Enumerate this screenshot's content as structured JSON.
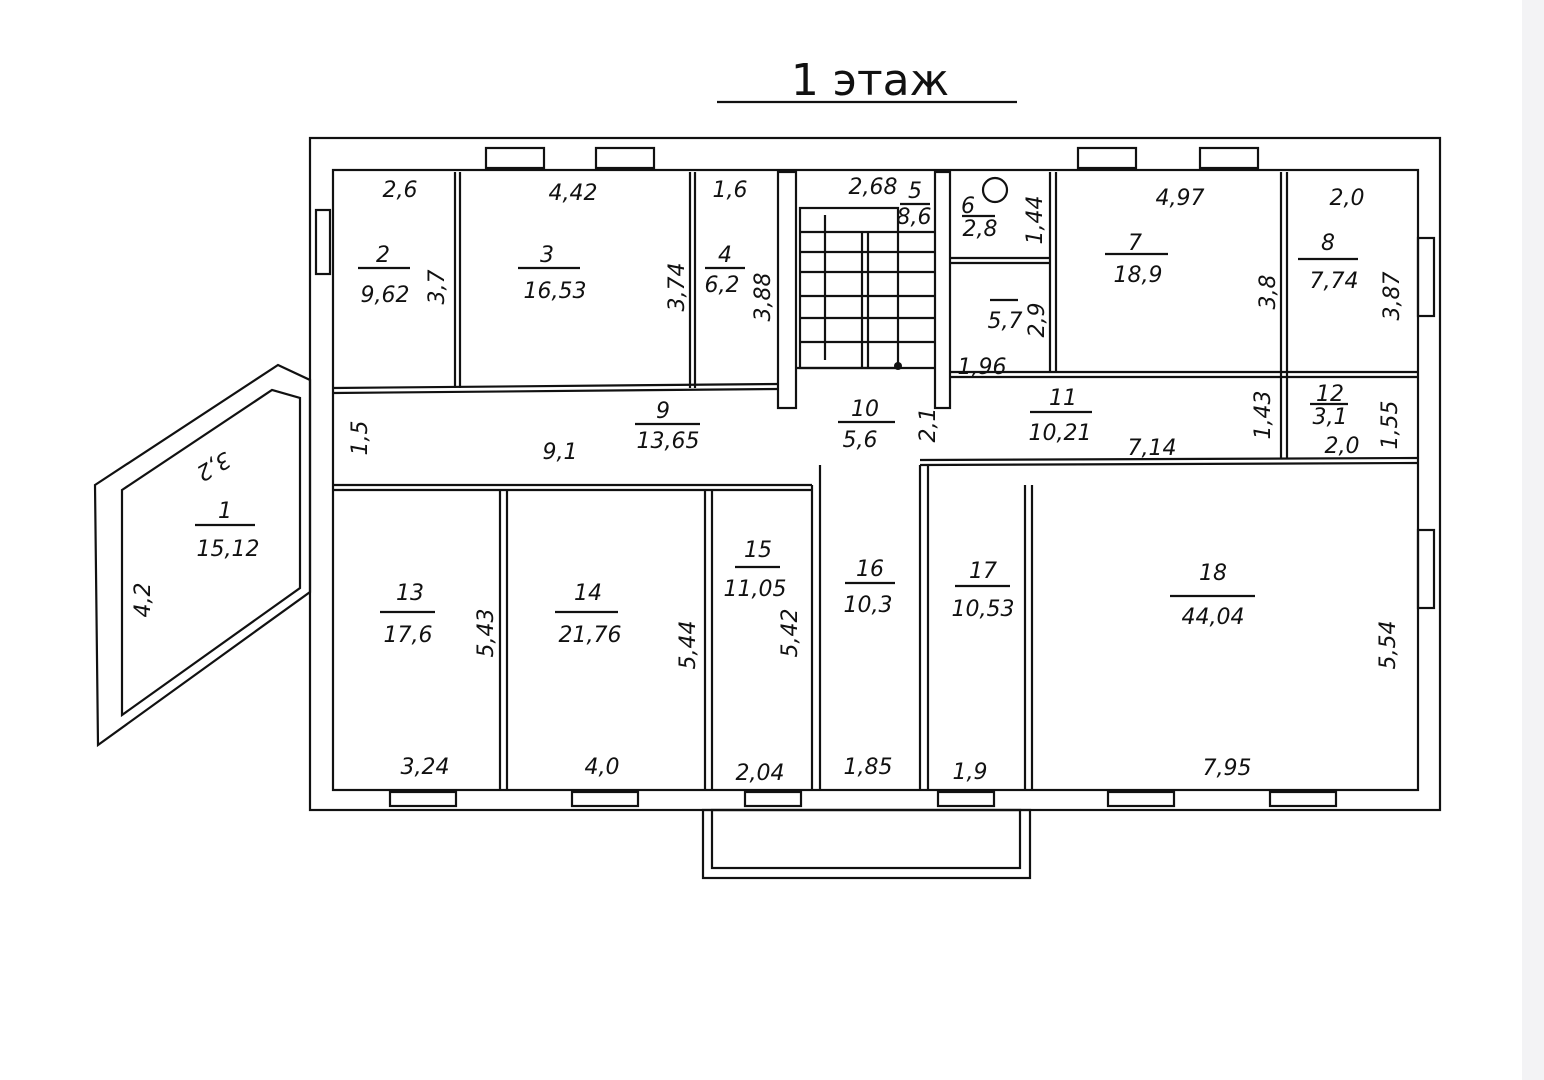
{
  "title": "1 этаж",
  "rooms": [
    {
      "no": "1",
      "area": "15,12"
    },
    {
      "no": "2",
      "area": "9,62"
    },
    {
      "no": "3",
      "area": "16,53"
    },
    {
      "no": "4",
      "area": "6,2"
    },
    {
      "no": "5",
      "area": "8,6"
    },
    {
      "no": "6",
      "area": "2,8"
    },
    {
      "no": "7",
      "area": "18,9"
    },
    {
      "no": "8",
      "area": "7,74"
    },
    {
      "no": "9",
      "area": "13,65"
    },
    {
      "no": "10",
      "area": "5,6"
    },
    {
      "no": "11",
      "area": "10,21"
    },
    {
      "no": "12",
      "area": "3,1"
    },
    {
      "no": "13",
      "area": "17,6"
    },
    {
      "no": "14",
      "area": "21,76"
    },
    {
      "no": "15",
      "area": "11,05"
    },
    {
      "no": "16",
      "area": "10,3"
    },
    {
      "no": "17",
      "area": "10,53"
    },
    {
      "no": "18",
      "area": "44,04"
    }
  ],
  "unnumbered_area": "5,7",
  "dims_h": [
    "2,6",
    "4,42",
    "1,6",
    "2,68",
    "1,96",
    "4,97",
    "2,0",
    "9,1",
    "7,14",
    "2,0",
    "3,24",
    "4,0",
    "2,04",
    "1,85",
    "1,9",
    "7,95",
    "3,2"
  ],
  "dims_v": [
    "3,7",
    "3,74",
    "3,88",
    "1,44",
    "2,9",
    "3,8",
    "3,87",
    "1,5",
    "2,1",
    "1,43",
    "1,55",
    "5,43",
    "5,44",
    "5,42",
    "5,54",
    "4,2"
  ]
}
